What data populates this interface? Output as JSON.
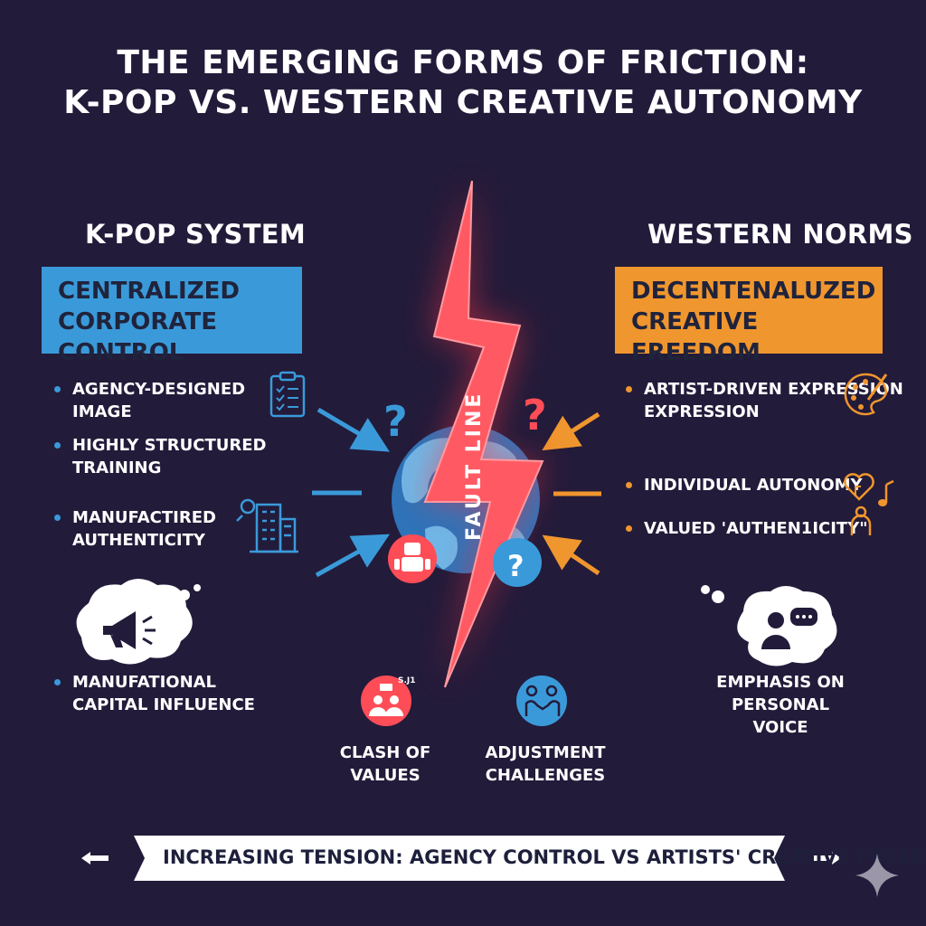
{
  "title": {
    "line1": "THE EMERGING FORMS OF FRICTION:",
    "line2": "K-POP VS. WESTERN CREATIVE AUTONOMY"
  },
  "colors": {
    "background": "#231b3a",
    "kpop_blue": "#3a9ad9",
    "western_orange": "#f0962e",
    "fault_red": "#ff4d57"
  },
  "left": {
    "heading": "K-POP SYSTEM",
    "box": {
      "line1": "CENTRALIZED",
      "line2": "CORPORATE CONTROL"
    },
    "bullets": [
      {
        "line1": "AGENCY-DESIGNED",
        "line2": "IMAGE",
        "icon": "checklist-icon"
      },
      {
        "line1": "HIGHLY STRUCTURED",
        "line2": "TRAINING"
      },
      {
        "line1": "MANUFACTIRED",
        "line2": "AUTHENTICITY",
        "icon": "building-icon"
      }
    ],
    "bubble_icon": "megaphone-icon",
    "bottom_bullet": {
      "line1": "MANUFATIONAL",
      "line2": "CAPITAL INFLUENCE"
    }
  },
  "right": {
    "heading": "WESTERN NORMS",
    "box": {
      "line1": "DECENTENALUZED",
      "line2": "CREATIVE FREEDOM"
    },
    "bullets": [
      {
        "line1": "ARTIST-DRIVEN EXPRESSION",
        "line2": "EXPRESSION",
        "icon": "palette-icon"
      },
      {
        "line1": "INDIVIDUAL AUTONOMY",
        "icon": "heart-music-icon"
      },
      {
        "line1": "VALUED 'AUTHEN1ICITY\""
      }
    ],
    "bubble_icon": "person-speech-icon",
    "caption": {
      "line1": "EMPHASIS ON",
      "line2": "PERSONAL VOICE"
    }
  },
  "center": {
    "fault_label": "FAULT LINE",
    "globe_icon": "globe-icon",
    "badge_left_icon": "robot-icon",
    "badge_right_icon": "question-mark-icon",
    "bottom": [
      {
        "line1": "CLASH OF",
        "line2": "VALUES",
        "icon": "people-clash-icon",
        "badge": "S.J1"
      },
      {
        "line1": "ADJUSTMENT",
        "line2": "CHALLENGES",
        "icon": "handshake-people-icon"
      }
    ]
  },
  "banner": {
    "text": "INCREASING TENSION: AGENCY CONTROL VS ARTISTS' CREATIVE FREEDOM"
  }
}
